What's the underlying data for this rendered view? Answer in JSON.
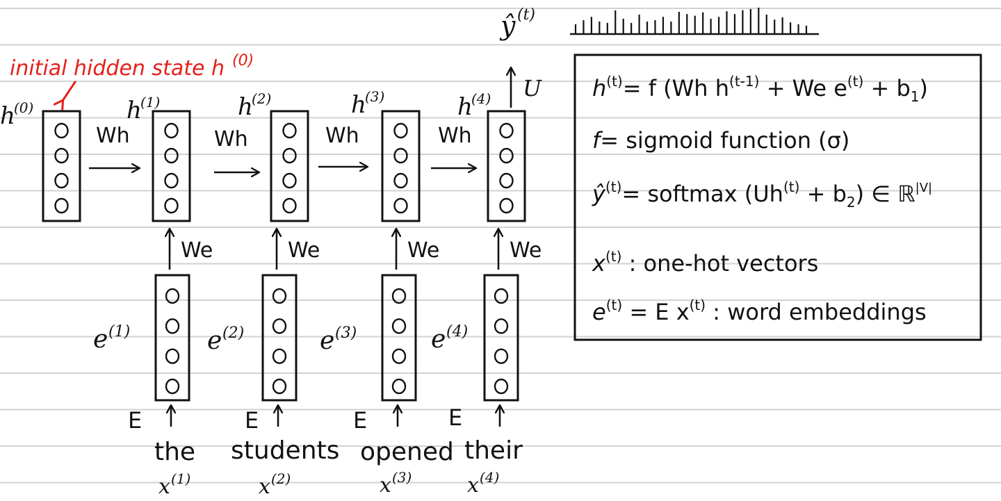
{
  "colors": {
    "ink": "#111111",
    "annotation": "#e3201b",
    "ruled_line": "#d2d2d2",
    "paper": "#ffffff"
  },
  "annotation": {
    "text": "initial hidden state h",
    "sup": "(0)"
  },
  "output": {
    "label": "ŷ",
    "sup": "(t)",
    "weight": "U"
  },
  "hidden": [
    {
      "label": "h",
      "sup": "(0)",
      "circles": 4
    },
    {
      "label": "h",
      "sup": "(1)",
      "circles": 4
    },
    {
      "label": "h",
      "sup": "(2)",
      "circles": 4
    },
    {
      "label": "h",
      "sup": "(3)",
      "circles": 4
    },
    {
      "label": "h",
      "sup": "(4)",
      "circles": 4
    }
  ],
  "recurrent_weight": "Wh",
  "input_weight": "We",
  "embedding_matrix": "E",
  "embeddings": [
    {
      "label": "e",
      "sup": "(1)",
      "circles": 4
    },
    {
      "label": "e",
      "sup": "(2)",
      "circles": 4
    },
    {
      "label": "e",
      "sup": "(3)",
      "circles": 4
    },
    {
      "label": "e",
      "sup": "(4)",
      "circles": 4
    }
  ],
  "words": [
    {
      "word": "the",
      "x": "x",
      "sup": "(1)"
    },
    {
      "word": "students",
      "x": "x",
      "sup": "(2)"
    },
    {
      "word": "opened",
      "x": "x",
      "sup": "(3)"
    },
    {
      "word": "their",
      "x": "x",
      "sup": "(4)"
    }
  ],
  "distribution_bars": [
    0.35,
    0.5,
    0.62,
    0.45,
    0.4,
    0.85,
    0.55,
    0.4,
    0.7,
    0.45,
    0.5,
    0.62,
    0.45,
    0.8,
    0.72,
    0.66,
    0.78,
    0.55,
    0.62,
    0.82,
    0.72,
    0.86,
    0.9,
    0.95,
    0.7,
    0.52,
    0.6,
    0.42,
    0.35,
    0.3
  ],
  "equations": [
    {
      "lhs": "h",
      "lsup": "(t)",
      "rhs": "= f (Wh h",
      "rsup": "(t-1)",
      "rhs2": " + We e",
      "rsup2": "(t)",
      "rhs3": " + b",
      "sub": "1",
      "rhs4": ")"
    },
    {
      "lhs": "f",
      "lsup": "",
      "rhs": "= sigmoid function (σ)",
      "rsup": "",
      "rhs2": "",
      "rsup2": "",
      "rhs3": "",
      "sub": "",
      "rhs4": ""
    },
    {
      "lhs": "ŷ",
      "lsup": "(t)",
      "rhs": "= softmax (Uh",
      "rsup": "(t)",
      "rhs2": " + b",
      "rsup2": "",
      "rhs3": "",
      "sub": "2",
      "rhs4": ") ∈ ℝ",
      "tail_sup": "|V|"
    },
    {
      "lhs": "x",
      "lsup": "(t)",
      "rhs": " : one-hot vectors",
      "rsup": "",
      "rhs2": "",
      "rsup2": "",
      "rhs3": "",
      "sub": "",
      "rhs4": ""
    },
    {
      "lhs": "e",
      "lsup": "(t)",
      "rhs": " = E x",
      "rsup": "(t)",
      "rhs2": " :  word embeddings",
      "rsup2": "",
      "rhs3": "",
      "sub": "",
      "rhs4": ""
    }
  ]
}
